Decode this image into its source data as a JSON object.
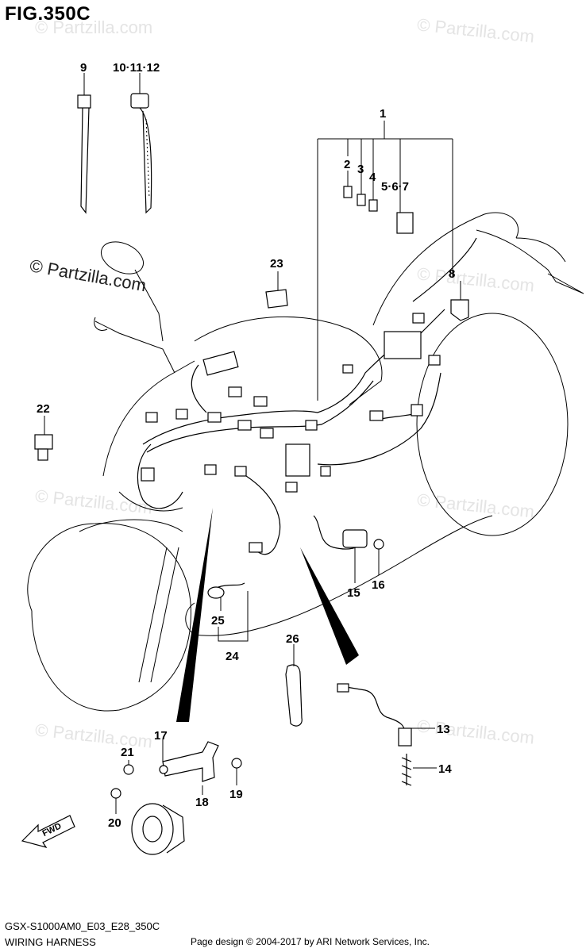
{
  "header": {
    "title": "FIG.350C"
  },
  "footer": {
    "model_code": "GSX-S1000AM0_E03_E28_350C",
    "section_name": "WIRING HARNESS",
    "credit": "Page design © 2004-2017 by ARI Network Services, Inc."
  },
  "watermark": {
    "text": "© Partzilla.com"
  },
  "fwd_label": "FWD",
  "callouts": {
    "c1": "1",
    "c2": "2",
    "c3": "3",
    "c4": "4",
    "c567": "5·6·7",
    "c8": "8",
    "c9": "9",
    "c101112": "10·11·12",
    "c13": "13",
    "c14": "14",
    "c15": "15",
    "c16": "16",
    "c17": "17",
    "c18": "18",
    "c19": "19",
    "c20": "20",
    "c21": "21",
    "c22": "22",
    "c23": "23",
    "c24": "24",
    "c25": "25",
    "c26": "26"
  }
}
